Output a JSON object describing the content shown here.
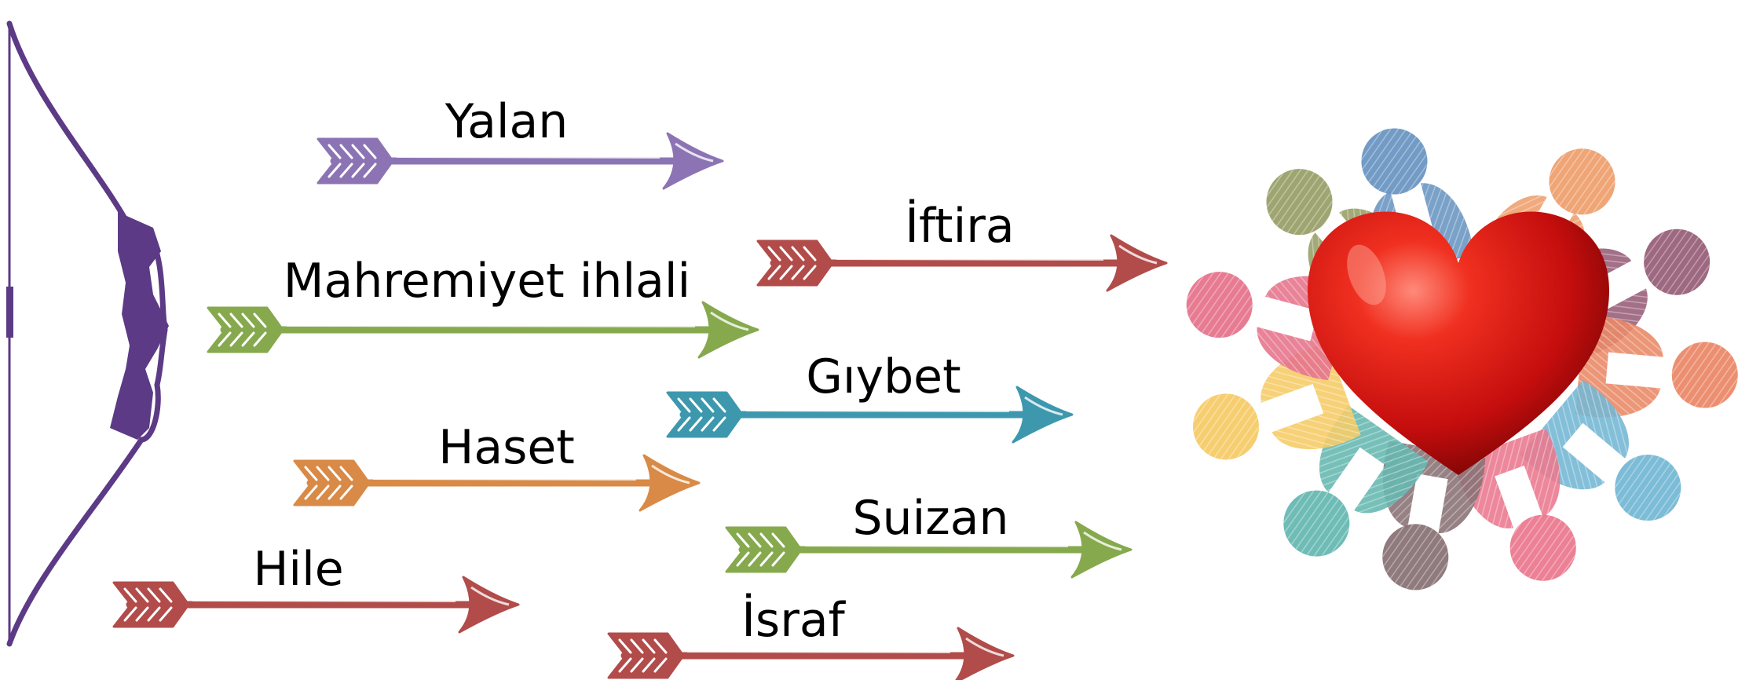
{
  "arrows": [
    {
      "label": "Yalan",
      "color": "#8c74b4"
    },
    {
      "label": "İftira",
      "color": "#b14c4a"
    },
    {
      "label": "Mahremiyet ihlali",
      "color": "#86a94e"
    },
    {
      "label": "Gıybet",
      "color": "#3d98ae"
    },
    {
      "label": "Haset",
      "color": "#d88a46"
    },
    {
      "label": "Suizan",
      "color": "#86a94e"
    },
    {
      "label": "Hile",
      "color": "#b14c4a"
    },
    {
      "label": "İsraf",
      "color": "#b14c4a"
    }
  ],
  "bow": {
    "color": "#5c3a86"
  },
  "heart": {
    "color": "#d41414"
  },
  "people": [
    {
      "color": "#2f6ca8"
    },
    {
      "color": "#e87a34"
    },
    {
      "color": "#6e1f44"
    },
    {
      "color": "#e25a2c"
    },
    {
      "color": "#3d9bc2"
    },
    {
      "color": "#e34362"
    },
    {
      "color": "#5a3a3e"
    },
    {
      "color": "#2a9c92"
    },
    {
      "color": "#f2b72b"
    },
    {
      "color": "#db3c5e"
    },
    {
      "color": "#6f7a2c"
    }
  ]
}
